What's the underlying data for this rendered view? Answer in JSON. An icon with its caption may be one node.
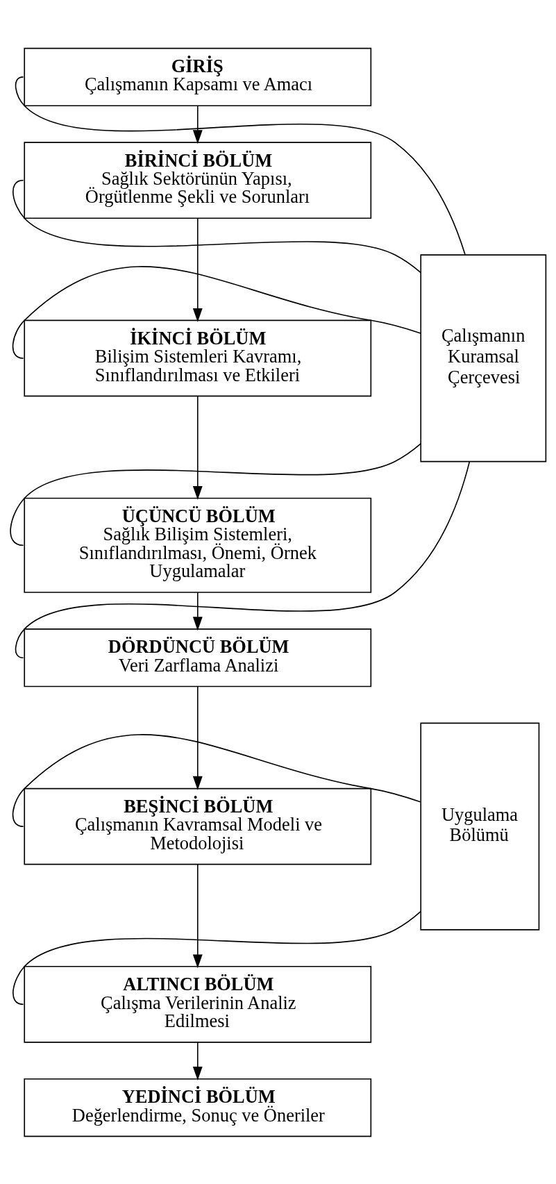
{
  "diagram": {
    "nodes": [
      {
        "text": [
          "GİRİŞ",
          "Çalışmanın Kapsamı ve Amacı"
        ]
      },
      {
        "text": [
          "BİRİNCİ BÖLÜM",
          "Sağlık Sektörünün Yapısı, Örgütlenme Şekli ve Sorunları"
        ]
      },
      {
        "text": [
          "İKİNCİ BÖLÜM",
          "Bilişim Sistemleri Kavramı, Sınıflandırılması ve Etkileri"
        ]
      },
      {
        "text": [
          "ÜÇÜNCÜ BÖLÜM",
          "Sağlık Bilişim Sistemleri, Sınıflandırılması, Önemi, Örnek Uygulamalar"
        ]
      },
      {
        "text": [
          "DÖRDÜNCÜ BÖLÜM",
          "Veri Zarflama Analizi"
        ]
      },
      {
        "text": [
          "BEŞİNCİ BÖLÜM",
          "Çalışmanın Kavramsal Modeli ve Metodolojisi"
        ]
      },
      {
        "text": [
          "ALTINCI BÖLÜM",
          "Çalışma Verilerinin Analiz Edilmesi"
        ]
      },
      {
        "text": [
          "YEDİNCİ BÖLÜM",
          "Değerlendirme, Sonuç ve Öneriler"
        ]
      },
      {
        "text": [
          "Çalışmanın Kuramsal Çerçevesi"
        ]
      },
      {
        "text": [
          "Uygulama Bölümü"
        ]
      }
    ],
    "edges": [
      {
        "from": 0,
        "to": 1,
        "arrow": "to"
      },
      {
        "from": 1,
        "to": 2,
        "arrow": "to"
      },
      {
        "from": 2,
        "to": 3,
        "arrow": "to"
      },
      {
        "from": 3,
        "to": 4,
        "arrow": "to"
      },
      {
        "from": 4,
        "to": 5,
        "arrow": "to"
      },
      {
        "from": 5,
        "to": 6,
        "arrow": "to"
      },
      {
        "from": 6,
        "to": 7,
        "arrow": "to"
      },
      {
        "from": 8,
        "to": 0,
        "arrow": "none"
      },
      {
        "from": 8,
        "to": 1,
        "arrow": "none"
      },
      {
        "from": 8,
        "to": 2,
        "arrow": "none"
      },
      {
        "from": 8,
        "to": 3,
        "arrow": "none"
      },
      {
        "from": 8,
        "to": 4,
        "arrow": "none"
      },
      {
        "from": 9,
        "to": 5,
        "arrow": "none"
      },
      {
        "from": 9,
        "to": 6,
        "arrow": "none"
      }
    ]
  }
}
